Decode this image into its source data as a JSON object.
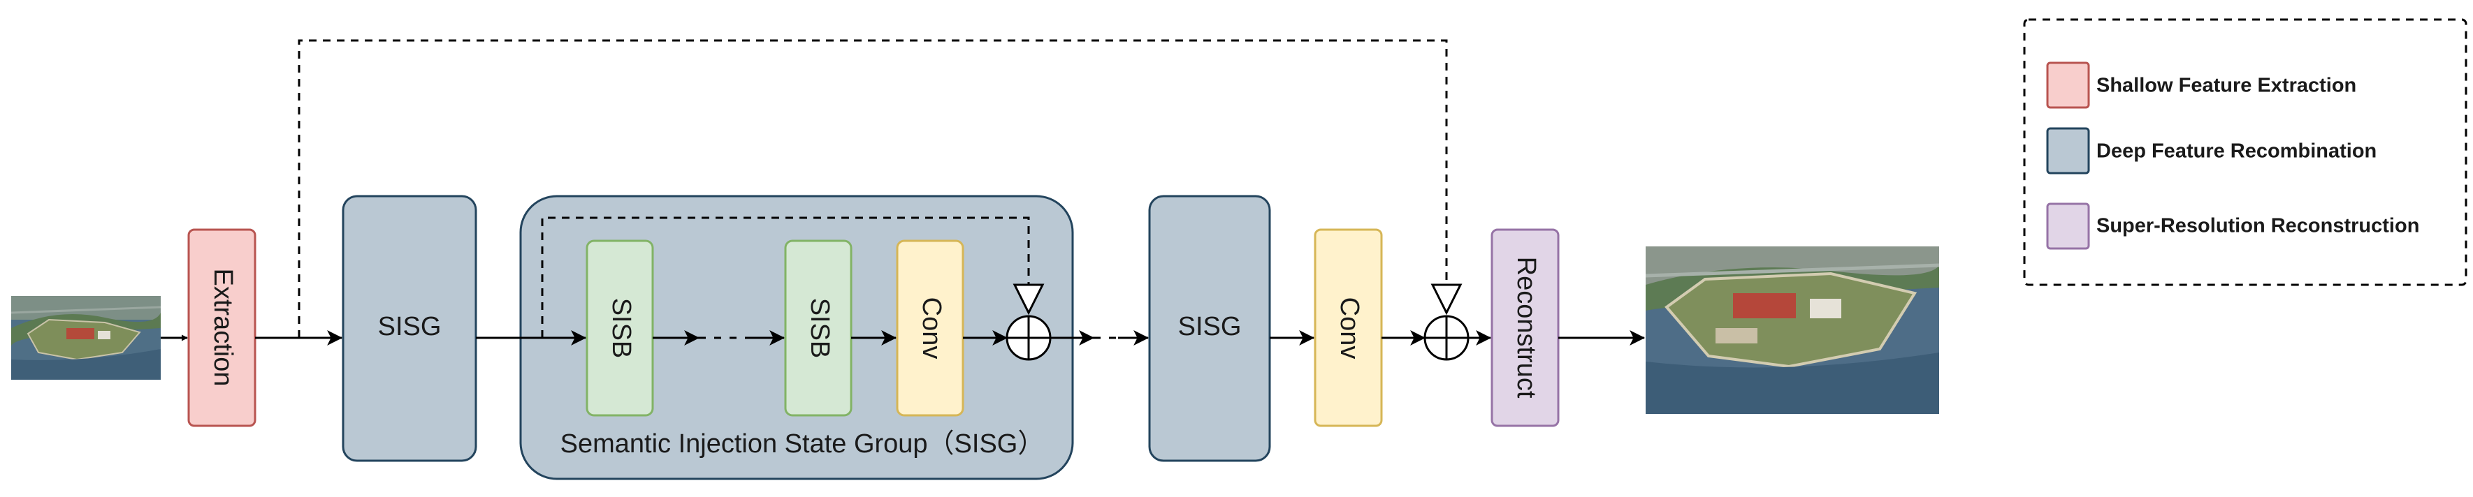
{
  "colors": {
    "shallow_fill": "#f8cecc",
    "shallow_stroke": "#b85450",
    "deep_fill": "#bac8d3",
    "deep_stroke": "#23445d",
    "sisb_fill": "#d5e8d4",
    "sisb_stroke": "#82b366",
    "conv_fill": "#fff2cc",
    "conv_stroke": "#d6b656",
    "recon_fill": "#e1d5e7",
    "recon_stroke": "#9673a6"
  },
  "blocks": {
    "extraction": "Extraction",
    "sisg_first": "SISG",
    "sisb_first": "SISB",
    "sisb_second": "SISB",
    "conv_inner": "Conv",
    "sisg_last": "SISG",
    "conv_outer": "Conv",
    "reconstruct": "Reconstruct"
  },
  "group": {
    "caption": "Semantic Injection State Group（SISG）"
  },
  "legend": {
    "items": [
      {
        "label": "Shallow Feature Extraction"
      },
      {
        "label": "Deep Feature Recombination"
      },
      {
        "label": "Super-Resolution Reconstruction"
      }
    ]
  },
  "images": {
    "input_icon": "aerial-fortress-icon",
    "output_icon": "aerial-fortress-icon"
  }
}
